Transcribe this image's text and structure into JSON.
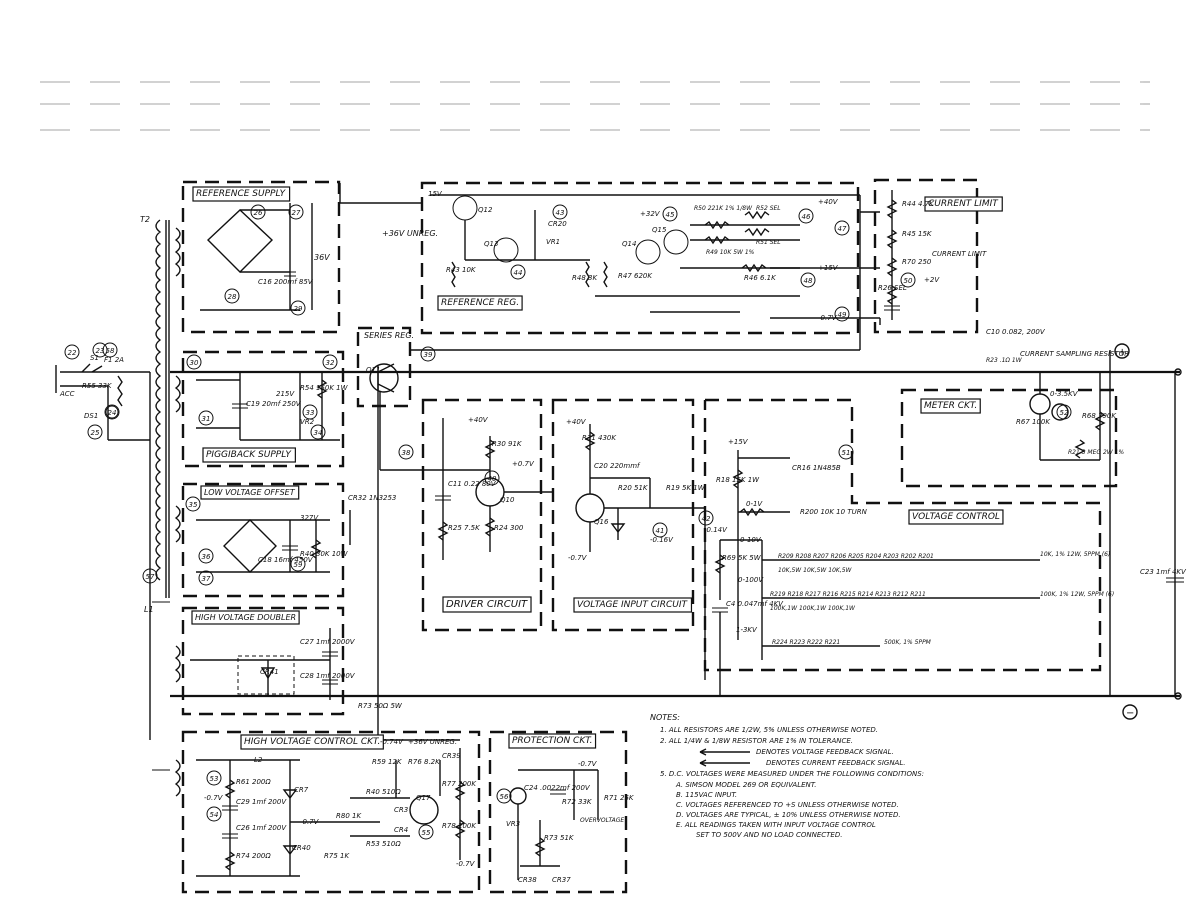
{
  "blocks": {
    "reference_supply": "REFERENCE SUPPLY",
    "reference_reg": "REFERENCE REG.",
    "current_limit": "CURRENT LIMIT",
    "series_reg": "SERIES REG.",
    "piggiback_supply": "PIGGIBACK SUPPLY",
    "low_voltage_offset": "LOW VOLTAGE OFFSET",
    "high_voltage_doubler": "HIGH VOLTAGE DOUBLER",
    "driver_circuit": "DRIVER CIRCUIT",
    "voltage_input_circuit": "VOLTAGE INPUT CIRCUIT",
    "meter_ckt": "METER CKT.",
    "voltage_control": "VOLTAGE CONTROL",
    "high_voltage_control": "HIGH VOLTAGE CONTROL CKT.",
    "protection_ckt": "PROTECTION CKT."
  },
  "labels": {
    "unreg": "+36V UNREG.",
    "current_sampling": "CURRENT SAMPLING RESISTOR",
    "current_limit_pot": "CURRENT LIMIT",
    "ac_in": "ACC",
    "t2": "T2",
    "l1": "L1",
    "c10": "C10 0.082, 200V",
    "r23": "R23 .1Ω 1W",
    "c23": "C23 1mf 4KV",
    "out_plus": "+",
    "out_minus": "−",
    "overvoltage": "OVERVOLTAGE",
    "unreg2": "+36V UNREG."
  },
  "components": {
    "r55": "R55 33K",
    "ds1": "DS1",
    "f1": "F1 2A",
    "s1": "S1",
    "q12": "Q12",
    "q13": "Q13",
    "q14": "Q14",
    "q15": "Q15",
    "q11": "Q11",
    "q10": "Q10",
    "q16": "Q16",
    "q17": "Q17",
    "cr20": "CR20",
    "vr1": "VR1",
    "r43": "R43 10K",
    "r48": "R48 3K",
    "r47": "R47 620K",
    "r50": "R50 221K 1% 1/8W",
    "r49": "R49 10K 5W 1%",
    "r51": "R51 SEL",
    "r52": "R52 SEL",
    "r46": "R46 6.1K",
    "r44": "R44 4.7K",
    "r45": "R45 15K",
    "r70": "R70 250",
    "r26": "R26 SEL",
    "c16": "C16 200mf 85V",
    "c19": "C19 20mf 250V",
    "r54": "R54 150K 1W",
    "vr2": "VR2",
    "r30": "R30 91K",
    "r25": "R25 7.5K",
    "c11": "C11 0.22 80V",
    "r24": "R24 300",
    "c20": "C20 220mmf",
    "r20": "R20 51K",
    "r31": "R31 430K",
    "r19": "R19 5K 1W",
    "r18": "R18 15K 1W",
    "cr16": "CR16 1N485B",
    "r200": "R200 10K 10 TURN",
    "r68": "R68 390K",
    "r21": "R21 3 MEG 2W 1%",
    "r67": "R67 100K",
    "m1": "0-3.5KV",
    "c27": "C27 1mf 2000V",
    "c28": "C28 1mf 2000V",
    "cr41": "CR41",
    "r73": "R73 50Ω 5W",
    "c4": "C4 0.047mf 4KV",
    "r69": "R69 5K 5W",
    "r61": "R61 200Ω",
    "c29": "C29 1mf 200V",
    "c26": "C26 1mf 200V",
    "r74": "R74 200Ω",
    "l2": "L2",
    "cr7": "CR7",
    "cr40": "CR40",
    "r40": "R40 510Ω",
    "r80": "R80 1K",
    "r53": "R53 510Ω",
    "r75": "R75 1K",
    "r59": "R59 12K",
    "r76": "R76 8.2K",
    "cr39": "CR39",
    "r77": "R77 200K",
    "r78": "R78 200K",
    "cr3": "CR3",
    "cr4": "CR4",
    "c24": "C24 .0022mf 200V",
    "r72": "R72 33K",
    "r71": "R71 25K",
    "r73b": "R73 51K",
    "vr3": "VR3",
    "cr38": "CR38",
    "cr37": "CR37",
    "cr32": "CR32 1N3253",
    "r40b": "R40 30K 10W",
    "c18": "C18 16mf 450V"
  },
  "voltages": {
    "v15": "15V",
    "v40": "+40V",
    "v32": "+32V",
    "v15b": "+15V",
    "v07": "-0.7V",
    "v2": "+2V",
    "v36": "36V",
    "v215": "215V",
    "v327": "327V",
    "v40b": "+40V",
    "v07b": "+0.7V",
    "v40c": "+40V",
    "v07c": "-0.7V",
    "v016": "-0.16V",
    "v15c": "+15V",
    "v014": "-0.14V",
    "r_01": "0-1V",
    "r_010": "0-10V",
    "r_0100": "0-100V",
    "r_13kv": "1-3KV",
    "v07d": "-0.7V",
    "v07e": "-0.74V",
    "v07f": "-0.7V",
    "v07g": "-0.7V",
    "v07h": "-0.7V"
  },
  "resistor_chains": {
    "row1": "R209 R208 R207 R206 R205 R204 R203 R202 R201",
    "row1_note": "10K, 1% 12W, 5PPM (6)",
    "row1_sub": "10K,5W 10K,5W 10K,5W",
    "row2": "R219 R218 R217 R216 R215 R214 R213 R212 R211",
    "row2_note": "100K, 1% 12W, 5PPM (6)",
    "row2_sub": "100K,1W 100K,1W 100K,1W",
    "row3": "R224 R223 R222 R221",
    "row3_note": "500K, 1% 5PPM"
  },
  "notes": {
    "title": "NOTES:",
    "n1": "1. ALL RESISTORS ARE 1/2W, 5% UNLESS OTHERWISE NOTED.",
    "n2": "2. ALL 1/4W & 1/8W RESISTOR ARE 1% IN TOLERANCE.",
    "n3": "DENOTES VOLTAGE FEEDBACK SIGNAL.",
    "n4": "DENOTES CURRENT FEEDBACK SIGNAL.",
    "n5": "5. D.C. VOLTAGES WERE MEASURED UNDER THE FOLLOWING CONDITIONS:",
    "n5a": "A. SIMSON MODEL 269 OR EQUIVALENT.",
    "n5b": "B. 115VAC INPUT.",
    "n5c": "C. VOLTAGES REFERENCED TO +S UNLESS OTHERWISE NOTED.",
    "n5d": "D. VOLTAGES ARE TYPICAL, ± 10% UNLESS OTHERWISE NOTED.",
    "n5e": "E. ALL READINGS TAKEN WITH INPUT VOLTAGE CONTROL",
    "n5f": "SET TO 500V AND NO LOAD CONNECTED."
  },
  "nodes": [
    "22",
    "23",
    "24",
    "25",
    "26",
    "27",
    "28",
    "29",
    "30",
    "31",
    "32",
    "33",
    "34",
    "35",
    "36",
    "37",
    "38",
    "39",
    "40",
    "41",
    "42",
    "43",
    "44",
    "45",
    "46",
    "47",
    "48",
    "49",
    "50",
    "51",
    "52",
    "53",
    "54",
    "55",
    "56",
    "57",
    "58",
    "59"
  ]
}
